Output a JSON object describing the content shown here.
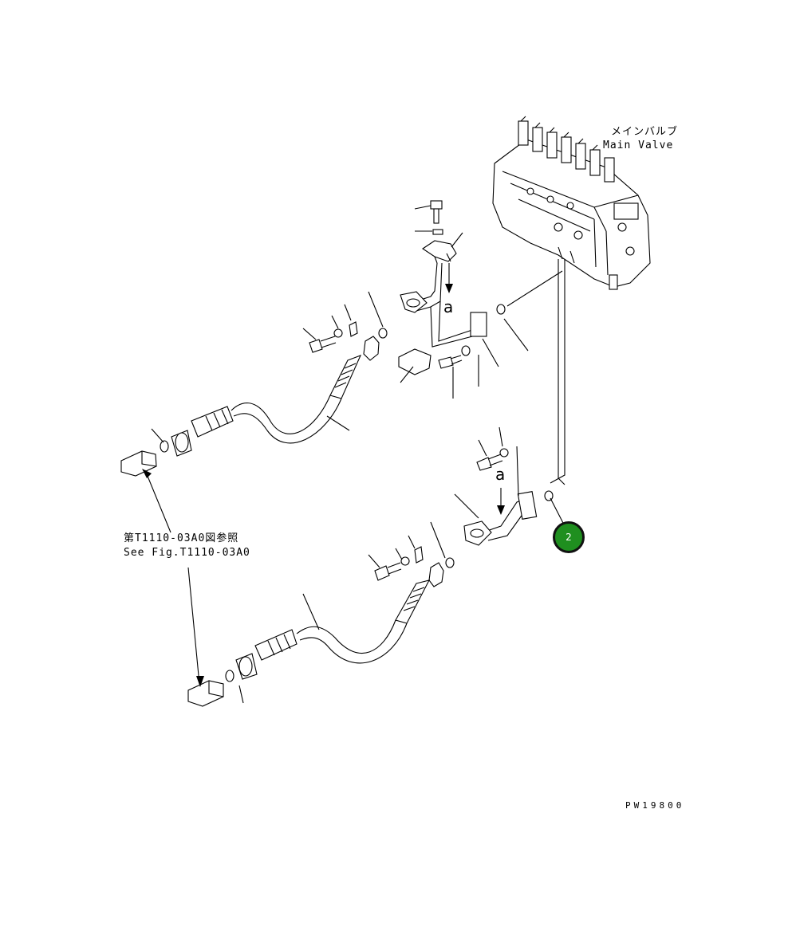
{
  "labels": {
    "main_valve_jp": "メインバルブ",
    "main_valve_en": "Main Valve",
    "see_fig_jp": "第T1110-03A0図参照",
    "see_fig_en": "See Fig.T1110-03A0",
    "view_a_top": "a",
    "view_a_bottom": "a",
    "drawing_no": "PW19800"
  },
  "callouts": [
    {
      "number": "2",
      "color": "#1f8f1f"
    }
  ]
}
